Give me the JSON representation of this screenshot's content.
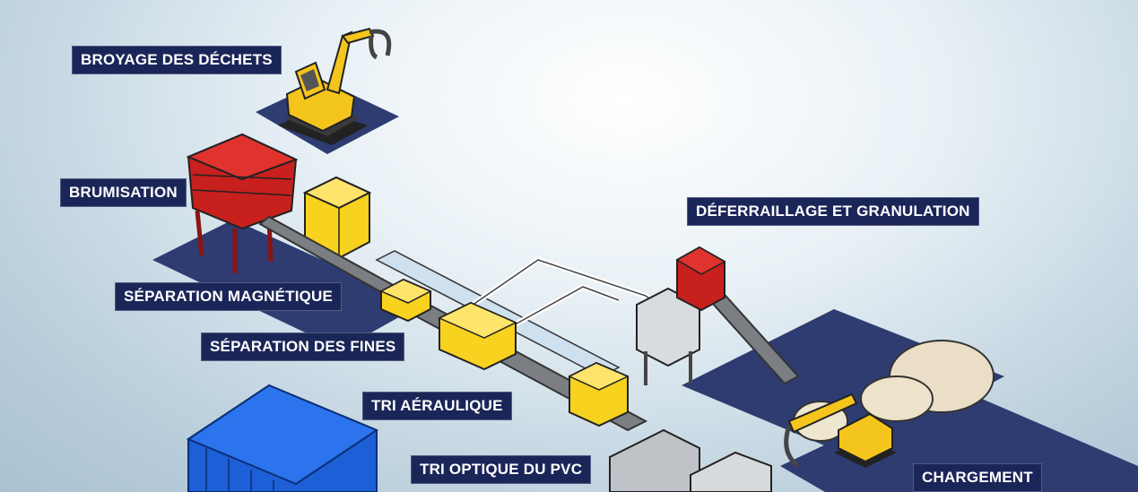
{
  "labels": {
    "broyage": "BROYAGE DES DÉCHETS",
    "brumisation": "BRUMISATION",
    "separation_magnetique": "SÉPARATION MAGNÉTIQUE",
    "separation_fines": "SÉPARATION DES FINES",
    "tri_aeraulique": "TRI AÉRAULIQUE",
    "tri_optique": "TRI OPTIQUE DU PVC",
    "deferraillage": "DÉFERRAILLAGE ET GRANULATION",
    "chargement": "CHARGEMENT"
  },
  "colors": {
    "label_bg": "#1b2658",
    "platform": "#2e3c71",
    "machine_yellow": "#f7d21f",
    "machine_red": "#c8201d",
    "container_blue": "#1d5fd6",
    "conveyor_grey": "#7b7e82"
  }
}
